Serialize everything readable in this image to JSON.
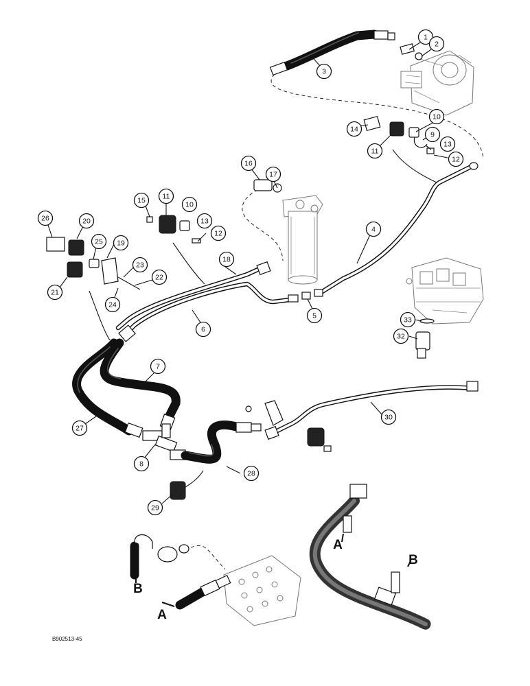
{
  "figure_code": "B902513-45",
  "callouts": [
    "1",
    "2",
    "3",
    "4",
    "5",
    "6",
    "7",
    "8",
    "9",
    "10",
    "11",
    "12",
    "13",
    "14",
    "15",
    "16",
    "17",
    "18",
    "19",
    "20",
    "21",
    "22",
    "23",
    "24",
    "25",
    "26",
    "27",
    "28",
    "29",
    "30",
    "32",
    "33"
  ],
  "letters": {
    "a_lower": "A",
    "b_lower": "B",
    "a_right": "A",
    "b_right": "B"
  },
  "icons": {
    "pump": "pump-icon",
    "filter": "filter-icon",
    "valve": "valve-icon"
  }
}
